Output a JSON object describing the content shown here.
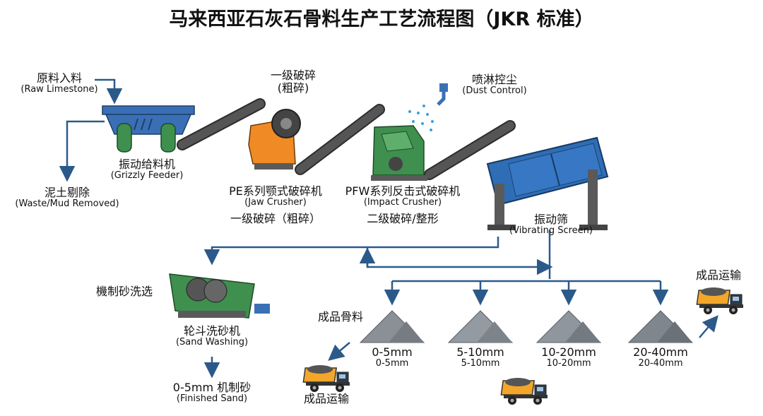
{
  "title": "马来西亚石灰石骨料生产工艺流程图（JKR 标准）",
  "raw_material": {
    "cn": "原料入料",
    "en": "(Raw Limestone)"
  },
  "grizzly_feeder": {
    "cn": "振动给料机",
    "en": "(Grizzly Feeder)"
  },
  "waste": {
    "cn": "泥土剔除",
    "en": "(Waste/Mud Removed)"
  },
  "primary_crushing_top": {
    "cn": "一级破碎",
    "sub": "(粗碎)"
  },
  "jaw_crusher": {
    "cn": "PE系列颚式破碎机",
    "en": "(Jaw Crusher)",
    "stage": "一级破碎（粗碎）"
  },
  "dust_control": {
    "cn": "喷淋控尘",
    "en": "(Dust Control)"
  },
  "impact_crusher": {
    "cn": "PFW系列反击式破碎机",
    "en": "(Impact Crusher)",
    "stage": "二级破碎/整形"
  },
  "vibrating_screen": {
    "cn": "振动筛",
    "en": "(Vibrating Screen)"
  },
  "manufactured_sand": {
    "cn": "機制砂洗选"
  },
  "sand_washing": {
    "cn": "轮斗洗砂机",
    "en": "(Sand Washing)"
  },
  "finished_sand": {
    "cn": "0-5mm 机制砂",
    "en": "(Finished Sand)"
  },
  "products_label": "成品骨料",
  "piles": [
    {
      "label": "0-5mm",
      "sub": "0-5mm",
      "color": "#8a9096"
    },
    {
      "label": "5-10mm",
      "sub": "5-10mm",
      "color": "#939aa1"
    },
    {
      "label": "10-20mm",
      "sub": "10-20mm",
      "color": "#8f969d"
    },
    {
      "label": "20-40mm",
      "sub": "20-40mm",
      "color": "#7f868d"
    }
  ],
  "transport_left": "成品运输",
  "transport_right": "成品运输",
  "colors": {
    "arrow": "#2b5a8a",
    "feeder": "#3a6fb6",
    "jaw": "#f08a24",
    "impact": "#3f8f4f",
    "screen": "#2f6db5",
    "truck": "#f3a62a"
  }
}
